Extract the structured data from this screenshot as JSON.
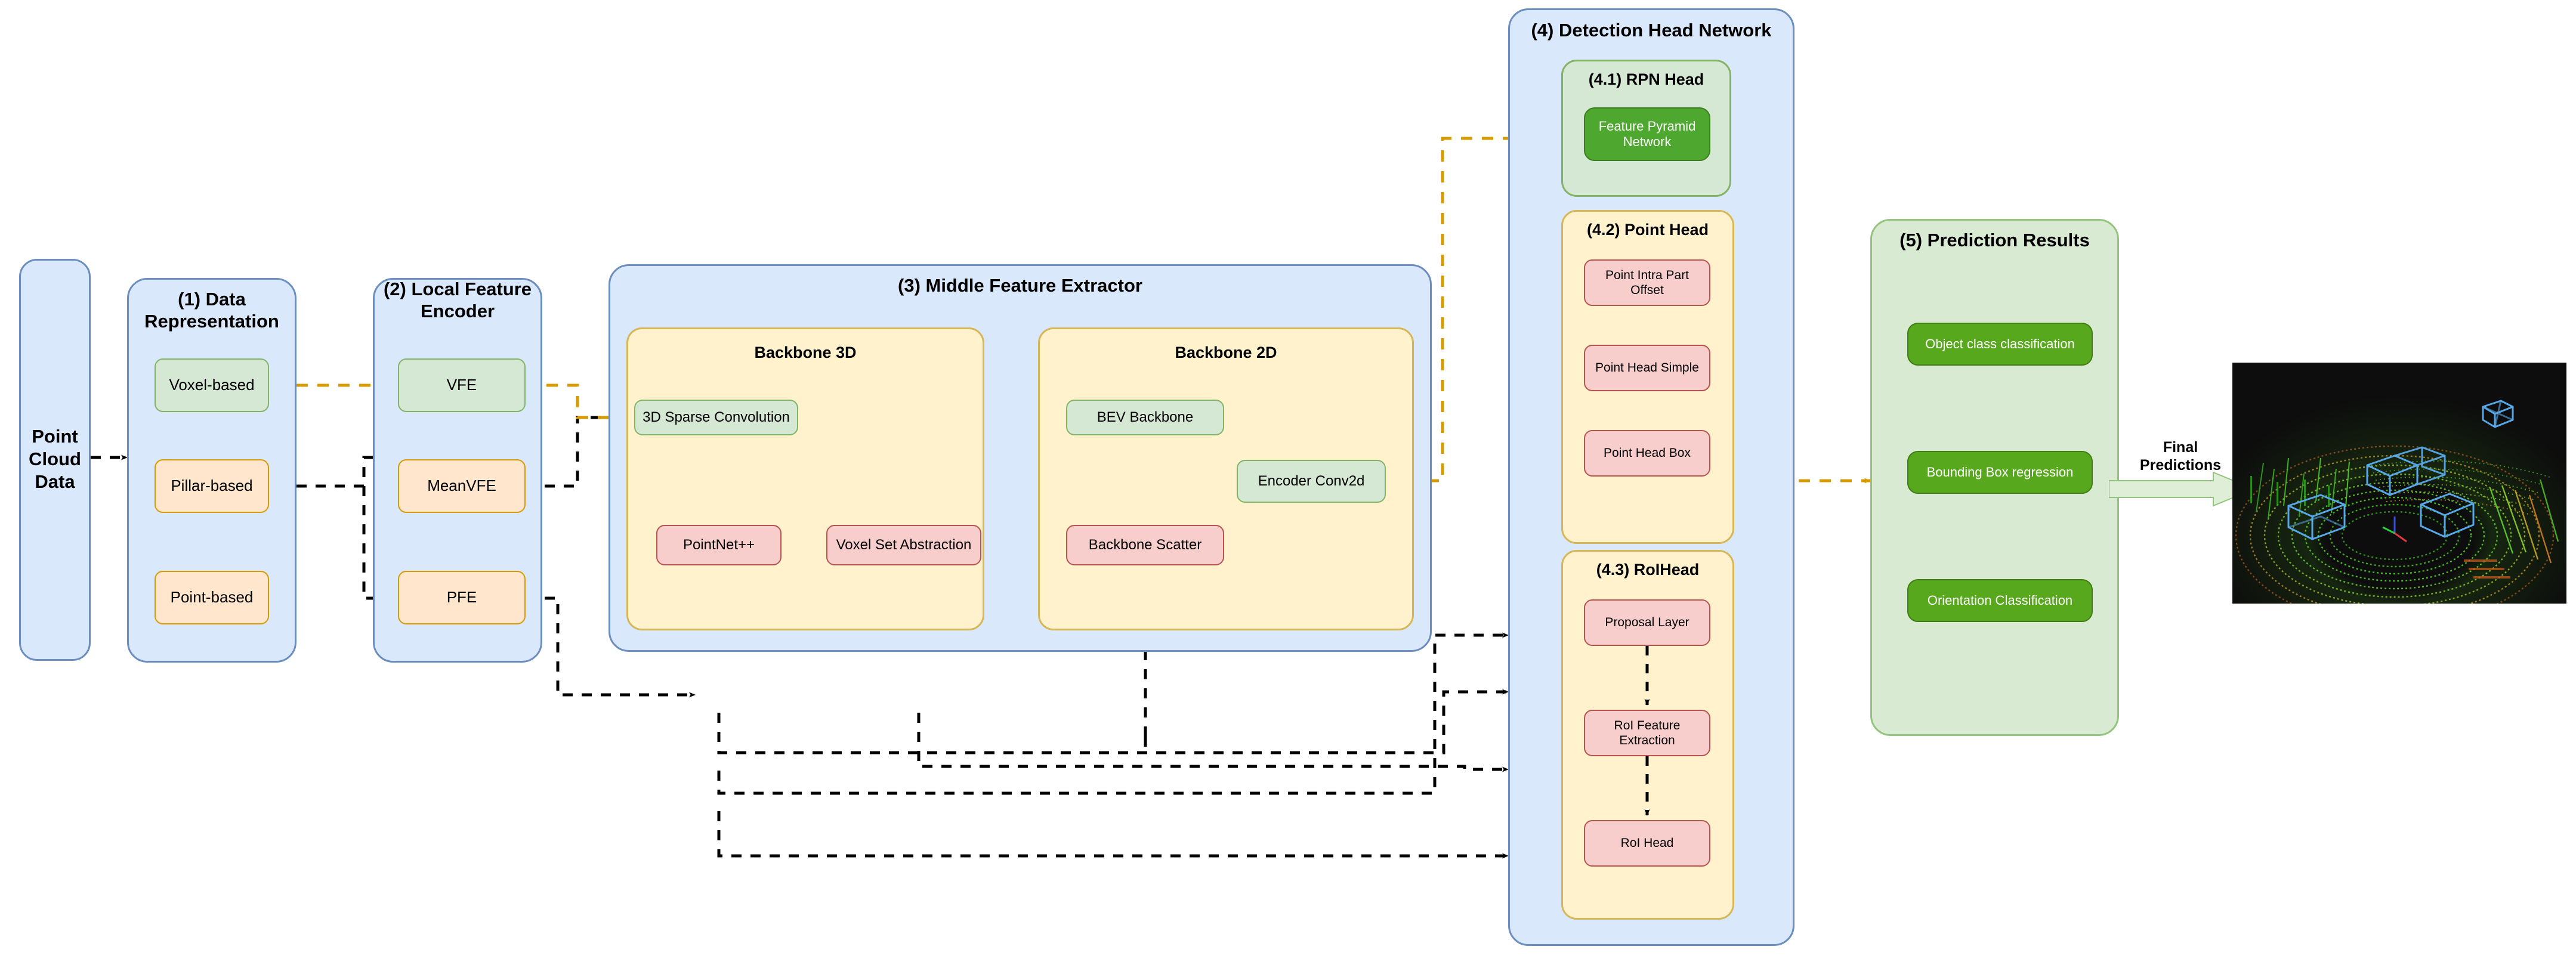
{
  "diagram": {
    "input": {
      "label": "Point\nCloud\nData"
    },
    "sections": [
      {
        "id": "data-representation",
        "title": "(1) Data Representation",
        "nodes": [
          {
            "label": "Voxel-based",
            "style": "green"
          },
          {
            "label": "Pillar-based",
            "style": "yellow"
          },
          {
            "label": "Point-based",
            "style": "yellow"
          }
        ]
      },
      {
        "id": "local-feature-encoder",
        "title": "(2) Local Feature\nEncoder",
        "nodes": [
          {
            "label": "VFE",
            "style": "green"
          },
          {
            "label": "MeanVFE",
            "style": "yellow"
          },
          {
            "label": "PFE",
            "style": "yellow"
          }
        ]
      },
      {
        "id": "middle-feature-extractor",
        "title": "(3) Middle Feature Extractor",
        "subsections": [
          {
            "id": "backbone-3d",
            "title": "Backbone 3D",
            "nodes": [
              {
                "label": "3D Sparse Convolution",
                "style": "green"
              },
              {
                "label": "PointNet++",
                "style": "pink"
              },
              {
                "label": "Voxel Set Abstraction",
                "style": "pink"
              }
            ]
          },
          {
            "id": "backbone-2d",
            "title": "Backbone 2D",
            "nodes": [
              {
                "label": "BEV Backbone",
                "style": "green"
              },
              {
                "label": "Encoder Conv2d",
                "style": "green"
              },
              {
                "label": "Backbone Scatter",
                "style": "pink"
              }
            ]
          }
        ]
      },
      {
        "id": "detection-head-network",
        "title": "(4) Detection Head Network",
        "subsections": [
          {
            "id": "rpn-head",
            "title": "(4.1) RPN Head",
            "nodes": [
              {
                "label": "Feature Pyramid\nNetwork",
                "style": "dkgreen"
              }
            ]
          },
          {
            "id": "point-head",
            "title": "(4.2) Point Head",
            "nodes": [
              {
                "label": "Point Intra Part Offset",
                "style": "pink"
              },
              {
                "label": "Point Head Simple",
                "style": "pink"
              },
              {
                "label": "Point Head Box",
                "style": "pink"
              }
            ]
          },
          {
            "id": "roi-head",
            "title": "(4.3) RoIHead",
            "nodes": [
              {
                "label": "Proposal Layer",
                "style": "pink"
              },
              {
                "label": "RoI Feature Extraction",
                "style": "pink"
              },
              {
                "label": "RoI Head",
                "style": "pink"
              }
            ]
          }
        ]
      },
      {
        "id": "prediction-results",
        "title": "(5) Prediction Results",
        "nodes": [
          {
            "label": "Object class classification",
            "style": "dkgreen"
          },
          {
            "label": "Bounding Box regression",
            "style": "dkgreen"
          },
          {
            "label": "Orientation Classification",
            "style": "dkgreen"
          }
        ]
      }
    ],
    "final_arrow": {
      "label": "Final\nPredictions"
    },
    "result_image": {
      "caption": ""
    },
    "colors": {
      "container_blue_fill": "#dae8fc",
      "container_blue_border": "#6c8ebf",
      "subgroup_yellow_fill": "#fff2cc",
      "subgroup_yellow_border": "#d6b656",
      "node_green_fill": "#d5e8d4",
      "node_green_border": "#82b366",
      "node_yellow_fill": "#ffe6cc",
      "node_yellow_border": "#d79b00",
      "node_pink_fill": "#f8cecc",
      "node_pink_border": "#b85450",
      "node_dark_green_fill": "#4ea72e",
      "prediction_group_fill": "#d9ead3",
      "prediction_group_border": "#93c47d",
      "flow_orange": "#d79b00",
      "flow_black": "#000000"
    }
  }
}
